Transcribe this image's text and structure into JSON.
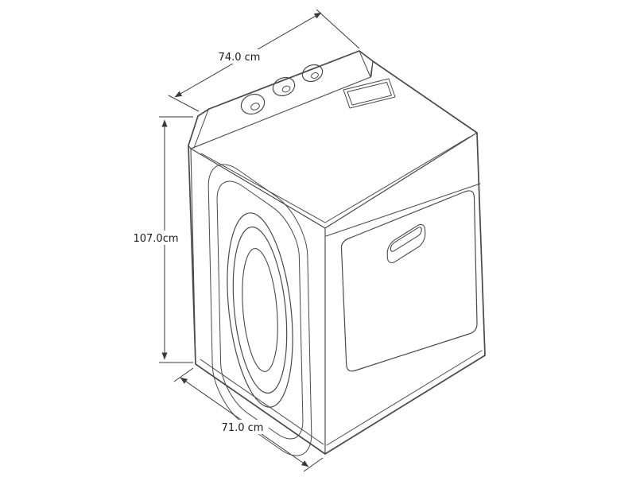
{
  "figure": {
    "subject": "clothes-dryer-isometric-line-drawing",
    "colors": {
      "line": "#4a4a4a",
      "dimension_line": "#3a3a3a",
      "text": "#1a1a1a",
      "background": "#ffffff"
    }
  },
  "dimensions": {
    "top_width": {
      "label": "74.0 cm",
      "value_cm": 74.0
    },
    "height": {
      "label": "107.0cm",
      "value_cm": 107.0
    },
    "bottom_depth": {
      "label": "71.0 cm",
      "value_cm": 71.0
    }
  }
}
